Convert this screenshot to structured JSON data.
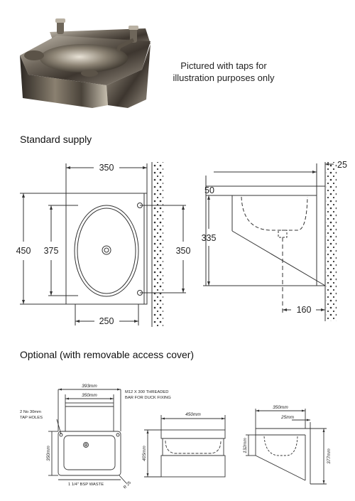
{
  "photo": {
    "caption_line1": "Pictured with taps for",
    "caption_line2": "illustration purposes only"
  },
  "sections": {
    "standard": "Standard supply",
    "optional": "Optional (with removable access cover)"
  },
  "standard_front": {
    "width_top": "350",
    "height_left": "450",
    "bowl_height": "375",
    "fixing_height": "350",
    "width_bottom": "250"
  },
  "standard_side": {
    "depth_top": "25",
    "rim": "50",
    "projection": "335",
    "wall_offset": "160"
  },
  "optional_front": {
    "width_outer": "393mm",
    "width_inner": "350mm",
    "tap_holes_line1": "2 No 30mm",
    "tap_holes_line2": "TAP HOLES",
    "height": "350mm",
    "waste": "1 1/4\" BSP WASTE",
    "radius": "R 25"
  },
  "optional_notes": {
    "fixing_line1": "M12 X 300 THREADED",
    "fixing_line2": "BAR FOR DUCK FIXING"
  },
  "optional_elevation": {
    "width": "450mm",
    "height": "405mm"
  },
  "optional_side": {
    "width": "350mm",
    "depth": "25mm",
    "rim": "132mm",
    "height": "377mm"
  }
}
